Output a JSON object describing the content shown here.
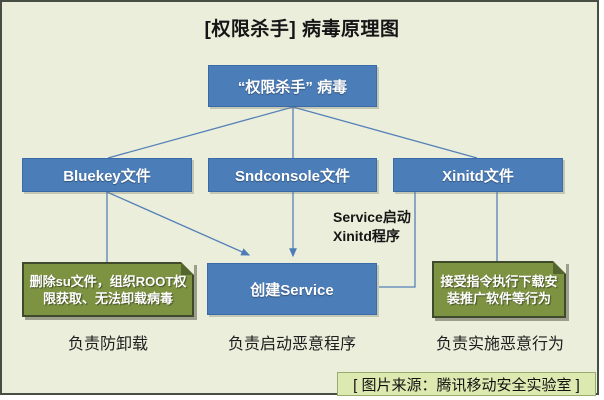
{
  "title": "[权限杀手] 病毒原理图",
  "diagram": {
    "root": {
      "label": "“权限杀手” 病毒"
    },
    "level2": [
      {
        "label": "Bluekey文件"
      },
      {
        "label": "Sndconsole文件"
      },
      {
        "label": "Xinitd文件"
      }
    ],
    "level3": [
      {
        "line1": "删除su文件，组织ROOT权",
        "line2": "限获取、无法卸载病毒"
      },
      {
        "label": "创建Service"
      },
      {
        "line1": "接受指令执行下载安",
        "line2": "装推广软件等行为"
      }
    ],
    "edge_label": {
      "line1": "Service启动",
      "line2": "Xinitd程序"
    },
    "captions": [
      "负责防卸载",
      "负责启动恶意程序",
      "负责实施恶意行为"
    ],
    "footer": "[ 图片来源：腾讯移动安全实验室 ]"
  },
  "colors": {
    "background": "#ebeedb",
    "node_blue": "#4b7db8",
    "node_blue_border": "#3a6ba9",
    "node_green": "#7d9342",
    "node_green_border": "#3f4a2c",
    "connector": "#5581b8",
    "footer_bg": "#dce9b0",
    "frame_border": "#474e44",
    "title_text": "#161616"
  }
}
